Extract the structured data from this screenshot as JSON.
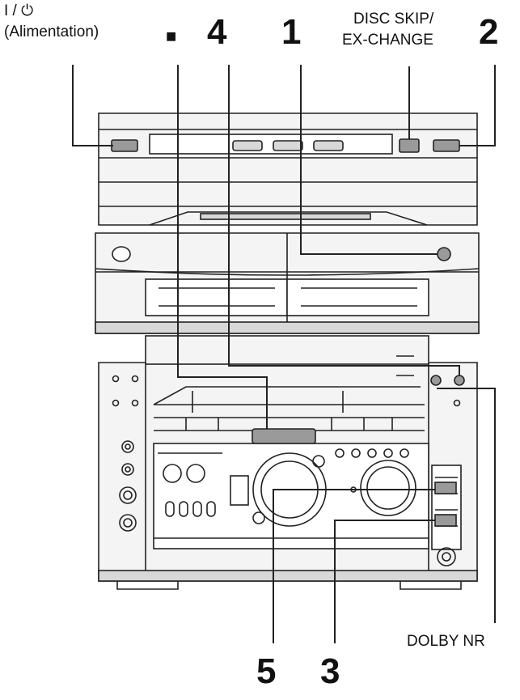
{
  "labels": {
    "power_symbol": "I / ⏻",
    "power_text": "(Alimentation)",
    "stop_symbol": "■",
    "num_4": "4",
    "num_1": "1",
    "disc_skip_line1": "DISC SKIP/",
    "disc_skip_line2": "EX-CHANGE",
    "num_2": "2",
    "num_5": "5",
    "num_3": "3",
    "dolby_nr": "DOLBY NR"
  },
  "colors": {
    "line": "#222222",
    "fill_light": "#f4f4f4",
    "fill_mid": "#d8d8d8",
    "fill_dark": "#9a9a9a"
  }
}
